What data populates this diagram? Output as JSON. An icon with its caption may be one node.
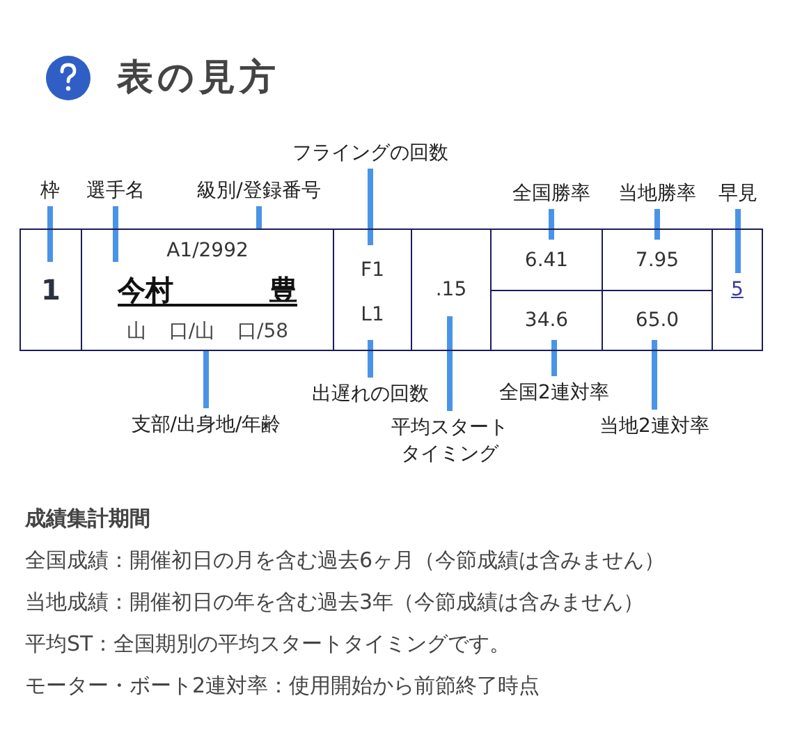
{
  "diagram": {
    "title": "表の見方",
    "nodes": [
      {
        "text": [
          "1"
        ]
      },
      {
        "text": [
          "A1/2992",
          "今村 豊",
          "山 口/山 口/58"
        ]
      },
      {
        "text": [
          "F1",
          "L1"
        ]
      },
      {
        "text": [
          ".15"
        ]
      },
      {
        "text": [
          "6.41"
        ]
      },
      {
        "text": [
          "7.95"
        ]
      },
      {
        "text": [
          "34.6"
        ]
      },
      {
        "text": [
          "65.0"
        ]
      },
      {
        "text": [
          "5"
        ]
      },
      {
        "text": [
          "枠"
        ]
      },
      {
        "text": [
          "選手名"
        ]
      },
      {
        "text": [
          "級別/登録番号"
        ]
      },
      {
        "text": [
          "フライングの回数"
        ]
      },
      {
        "text": [
          "全国勝率"
        ]
      },
      {
        "text": [
          "当地勝率"
        ]
      },
      {
        "text": [
          "早見"
        ]
      },
      {
        "text": [
          "出遅れの回数"
        ]
      },
      {
        "text": [
          "支部/出身地/年齢"
        ]
      },
      {
        "text": [
          "平均スタートタイミング"
        ]
      },
      {
        "text": [
          "全国2連対率"
        ]
      },
      {
        "text": [
          "当地2連対率"
        ]
      }
    ],
    "edges": [
      {
        "from": 9,
        "to": 0,
        "arrow": "none"
      },
      {
        "from": 10,
        "to": 1,
        "arrow": "none"
      },
      {
        "from": 11,
        "to": 1,
        "arrow": "none"
      },
      {
        "from": 12,
        "to": 2,
        "arrow": "none"
      },
      {
        "from": 13,
        "to": 4,
        "arrow": "none"
      },
      {
        "from": 14,
        "to": 5,
        "arrow": "none"
      },
      {
        "from": 15,
        "to": 8,
        "arrow": "none"
      },
      {
        "from": 16,
        "to": 2,
        "arrow": "none"
      },
      {
        "from": 17,
        "to": 1,
        "arrow": "none"
      },
      {
        "from": 18,
        "to": 3,
        "arrow": "none"
      },
      {
        "from": 19,
        "to": 6,
        "arrow": "none"
      },
      {
        "from": 20,
        "to": 7,
        "arrow": "none"
      }
    ],
    "labels": [
      "成績集計期間",
      "全国成績：開催初日の月を含む過去6ヶ月（今節成績は含みません）",
      "当地成績：開催初日の年を含む過去3年（今節成績は含みません）",
      "平均ST：全国期別の平均スタートタイミングです。",
      "モーター・ボート2連対率：使用開始から前節終了時点"
    ]
  }
}
